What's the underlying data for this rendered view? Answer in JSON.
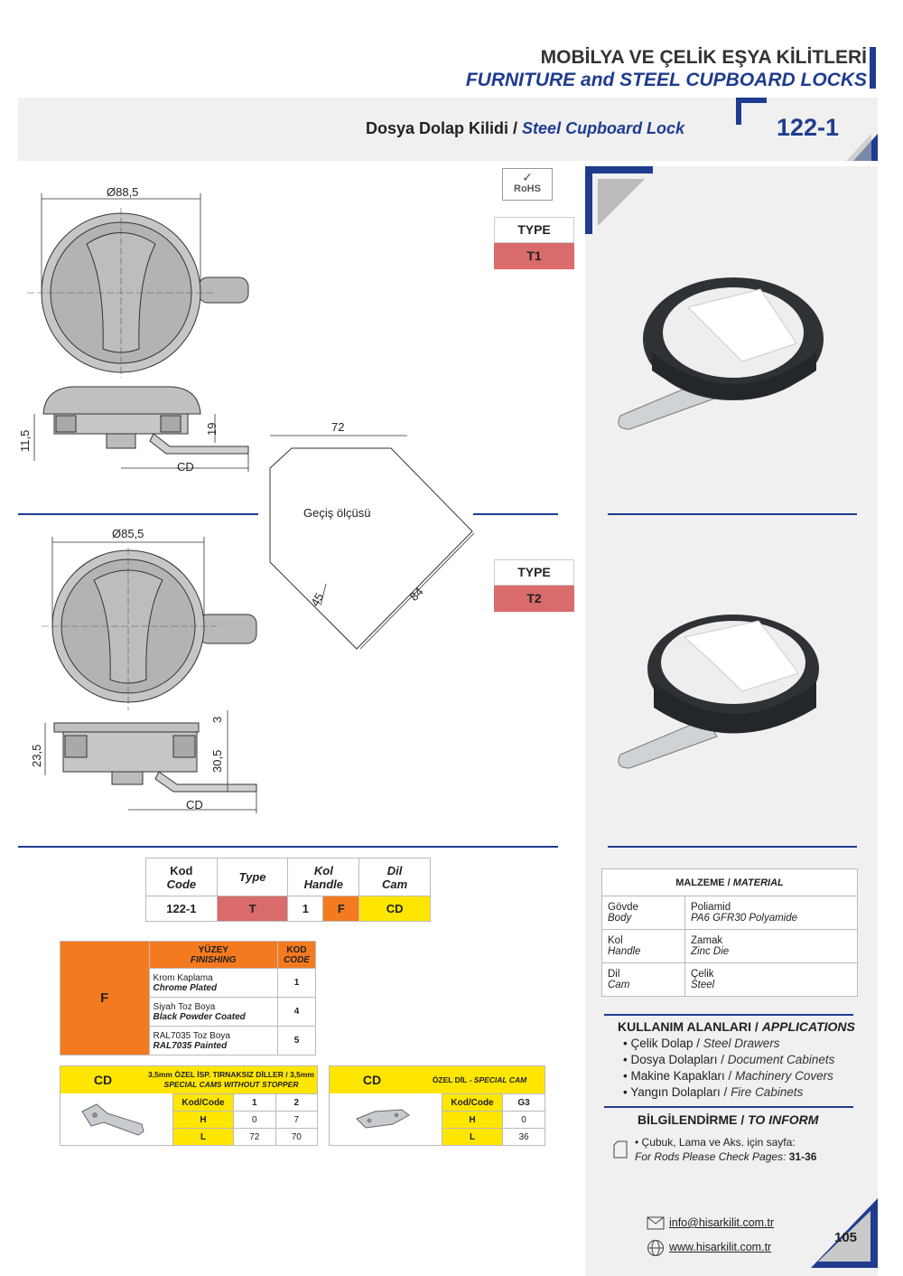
{
  "header": {
    "title_tr": "MOBİLYA VE ÇELİK EŞYA KİLİTLERİ",
    "title_en": "FURNITURE and STEEL CUPBOARD LOCKS",
    "product_tr": "Dosya Dolap Kilidi",
    "product_sep": " / ",
    "product_en": "Steel Cupboard Lock",
    "code": "122-1"
  },
  "rohs": "RoHS",
  "types": [
    {
      "label": "TYPE",
      "value": "T1"
    },
    {
      "label": "TYPE",
      "value": "T2"
    }
  ],
  "drawing": {
    "t1_diameter": "Ø88,5",
    "t1_h1": "11,5",
    "t1_h2": "19",
    "t1_cd": "CD",
    "t2_diameter": "Ø85,5",
    "t2_h1": "23,5",
    "t2_h2": "30,5",
    "t2_h3": "3",
    "t2_cd": "CD",
    "cutout_width": "72",
    "cutout_label": "Geçiş ölçüsü",
    "cutout_diag": "84",
    "cutout_angle": "45"
  },
  "code_table": {
    "headers": [
      {
        "tr": "Kod",
        "en": "Code"
      },
      {
        "tr": "Type",
        "en": ""
      },
      {
        "tr": "Kol",
        "en": "Handle"
      },
      {
        "tr": "Dil",
        "en": "Cam"
      }
    ],
    "row": {
      "code": "122-1",
      "type": "T",
      "handle_num": "1",
      "handle_letter": "F",
      "cam": "CD"
    }
  },
  "finishing": {
    "key": "F",
    "header_tr": "YÜZEY",
    "header_en": "FINISHING",
    "code_tr": "KOD",
    "code_en": "CODE",
    "rows": [
      {
        "tr": "Krom Kaplama",
        "en": "Chrome Plated",
        "code": "1"
      },
      {
        "tr": "Siyah Toz Boya",
        "en": "Black Powder Coated",
        "code": "4"
      },
      {
        "tr": "RAL7035 Toz Boya",
        "en": "RAL7035 Painted",
        "code": "5"
      }
    ]
  },
  "cam1": {
    "key": "CD",
    "title_tr": "3,5mm ÖZEL İSP. TIRNAKSIZ DİLLER / 3,5mm",
    "title_en": "SPECIAL CAMS WITHOUT STOPPER",
    "head": [
      "Kod/Code",
      "1",
      "2"
    ],
    "rows": [
      [
        "H",
        "0",
        "7"
      ],
      [
        "L",
        "72",
        "70"
      ]
    ]
  },
  "cam2": {
    "key": "CD",
    "title_tr": "ÖZEL DİL - ",
    "title_en": "SPECIAL CAM",
    "head": [
      "Kod/Code",
      "G3"
    ],
    "rows": [
      [
        "H",
        "0"
      ],
      [
        "L",
        "36"
      ]
    ]
  },
  "material": {
    "title_tr": "MALZEME / ",
    "title_en": "MATERIAL",
    "rows": [
      {
        "part_tr": "Gövde",
        "part_en": "Body",
        "mat_tr": "Poliamid",
        "mat_en": "PA6 GFR30 Polyamide"
      },
      {
        "part_tr": "Kol",
        "part_en": "Handle",
        "mat_tr": "Zamak",
        "mat_en": "Zinc Die"
      },
      {
        "part_tr": "Dil",
        "part_en": "Cam",
        "mat_tr": "Çelik",
        "mat_en": "Steel"
      }
    ]
  },
  "applications": {
    "title_tr": "KULLANIM ALANLARI / ",
    "title_en": "APPLICATIONS",
    "items": [
      {
        "tr": "Çelik Dolap / ",
        "en": "Steel Drawers"
      },
      {
        "tr": "Dosya Dolapları / ",
        "en": "Document Cabinets"
      },
      {
        "tr": "Makine Kapakları / ",
        "en": "Machinery Covers"
      },
      {
        "tr": "Yangın Dolapları / ",
        "en": "Fire Cabinets"
      }
    ]
  },
  "inform": {
    "title_tr": "BİLGİLENDİRME / ",
    "title_en": "TO INFORM",
    "line_tr": "• Çubuk, Lama ve Aks. için sayfa:",
    "line_en": "For Rods Please Check Pages: ",
    "pages": "31-36"
  },
  "contact": {
    "email": "info@hisarkilit.com.tr",
    "web": "www.hisarkilit.com.tr",
    "page_number": "105"
  },
  "colors": {
    "navy": "#1f3c8f",
    "pink": "#d96b6b",
    "orange": "#f47a20",
    "yellow": "#ffe600"
  }
}
